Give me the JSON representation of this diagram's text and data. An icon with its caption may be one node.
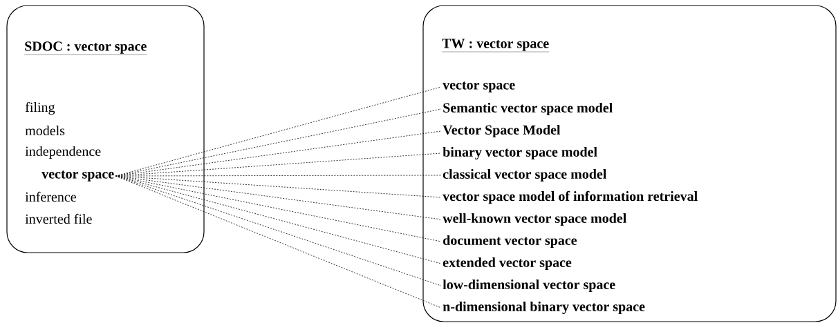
{
  "diagram": {
    "nodes": [
      {
        "text": [
          "SDOC : vector space"
        ]
      },
      {
        "text": [
          "filing"
        ],
        "in": 0
      },
      {
        "text": [
          "models"
        ],
        "in": 0
      },
      {
        "text": [
          "independence"
        ],
        "in": 0
      },
      {
        "text": [
          "vector space"
        ],
        "in": 0
      },
      {
        "text": [
          "inference"
        ],
        "in": 0
      },
      {
        "text": [
          "inverted file"
        ],
        "in": 0
      },
      {
        "text": [
          "TW :  vector space"
        ]
      },
      {
        "text": [
          "vector space"
        ],
        "in": 7
      },
      {
        "text": [
          "Semantic vector space model"
        ],
        "in": 7
      },
      {
        "text": [
          "Vector Space Model"
        ],
        "in": 7
      },
      {
        "text": [
          "binary vector space model"
        ],
        "in": 7
      },
      {
        "text": [
          "classical vector space model"
        ],
        "in": 7
      },
      {
        "text": [
          "vector space model of information retrieval"
        ],
        "in": 7
      },
      {
        "text": [
          "well-known vector space model"
        ],
        "in": 7
      },
      {
        "text": [
          "document vector space"
        ],
        "in": 7
      },
      {
        "text": [
          "extended vector space"
        ],
        "in": 7
      },
      {
        "text": [
          "low-dimensional vector space"
        ],
        "in": 7
      },
      {
        "text": [
          "n-dimensional binary vector space"
        ],
        "in": 7
      }
    ],
    "edges": [
      {
        "from": 4,
        "to": 8,
        "arrow": "none",
        "style": "dashed"
      },
      {
        "from": 4,
        "to": 9,
        "arrow": "none",
        "style": "dashed"
      },
      {
        "from": 4,
        "to": 10,
        "arrow": "none",
        "style": "dashed"
      },
      {
        "from": 4,
        "to": 11,
        "arrow": "none",
        "style": "dashed"
      },
      {
        "from": 4,
        "to": 12,
        "arrow": "none",
        "style": "dashed"
      },
      {
        "from": 4,
        "to": 13,
        "arrow": "none",
        "style": "dashed"
      },
      {
        "from": 4,
        "to": 14,
        "arrow": "none",
        "style": "dashed"
      },
      {
        "from": 4,
        "to": 15,
        "arrow": "none",
        "style": "dashed"
      },
      {
        "from": 4,
        "to": 16,
        "arrow": "none",
        "style": "dashed"
      },
      {
        "from": 4,
        "to": 17,
        "arrow": "none",
        "style": "dashed"
      },
      {
        "from": 4,
        "to": 18,
        "arrow": "none",
        "style": "dashed"
      }
    ]
  }
}
